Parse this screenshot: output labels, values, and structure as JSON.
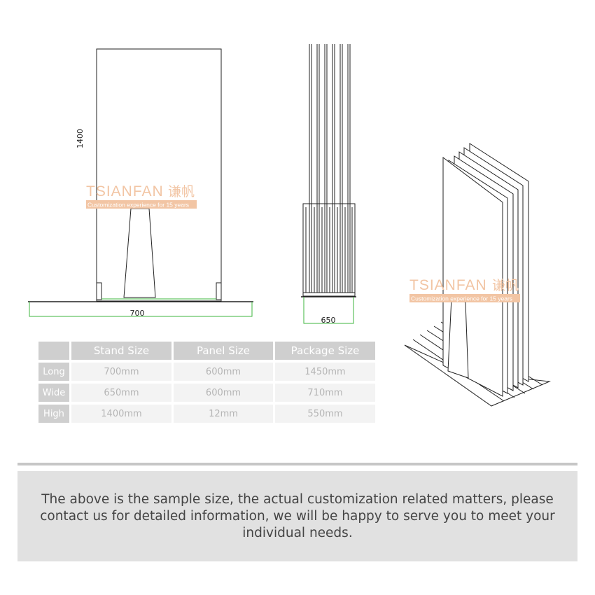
{
  "front_view": {
    "height_dim": "1400",
    "width_dim": "700"
  },
  "side_view": {
    "depth_dim": "650"
  },
  "watermark": {
    "brand": "TSIANFAN",
    "brand_cn": "谦帆",
    "tagline": "Customization experience for 15 years"
  },
  "spec_table": {
    "headers": [
      "Stand Size",
      "Panel Size",
      "Package Size"
    ],
    "rows": [
      {
        "label": "Long",
        "values": [
          "700mm",
          "600mm",
          "1450mm"
        ]
      },
      {
        "label": "Wide",
        "values": [
          "650mm",
          "600mm",
          "710mm"
        ]
      },
      {
        "label": "High",
        "values": [
          "1400mm",
          "12mm",
          "550mm"
        ]
      }
    ]
  },
  "notice": {
    "text": "The above is the sample size, the actual customization related matters, please contact us for detailed information, we will be happy to serve you to meet your individual needs."
  },
  "colors": {
    "dimension_line": "#3cb43c",
    "watermark": "#f2c5a4",
    "table_header": "#cfcfcf",
    "notice_bg": "#e1e1e1"
  }
}
